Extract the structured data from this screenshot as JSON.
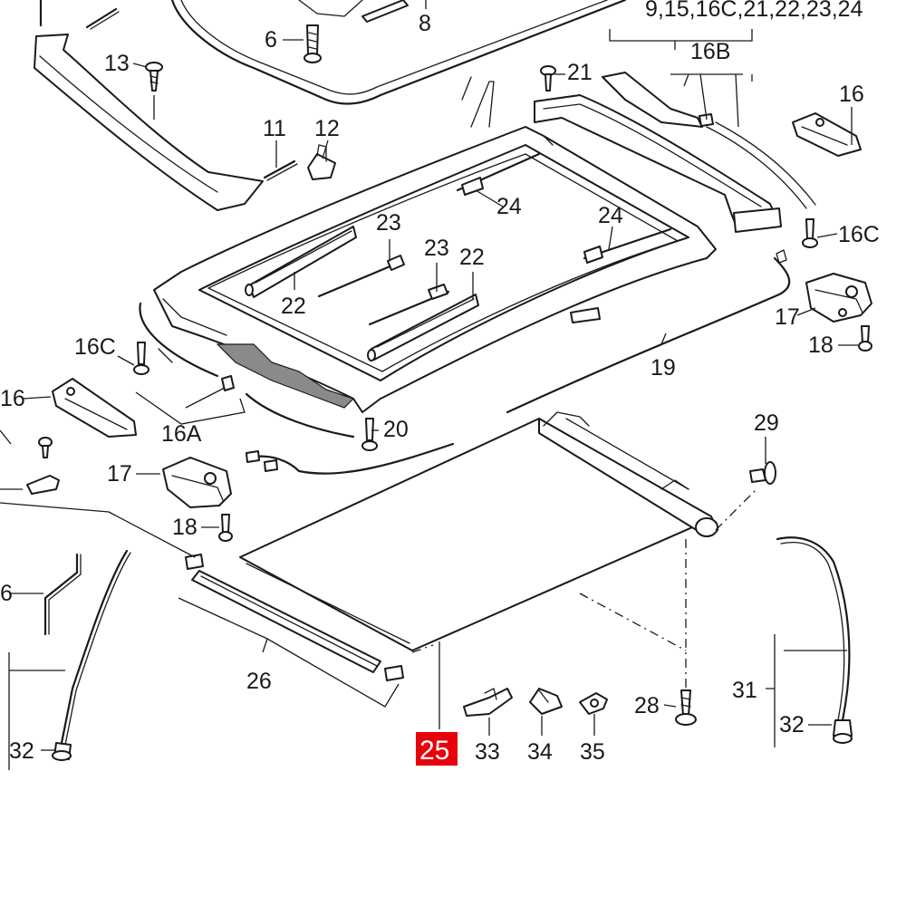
{
  "accent_color": "#e8000b",
  "labels": {
    "l9": "9,15,16C,21,22,23,24",
    "l16B": "16B",
    "l21": "21",
    "l16a": "16",
    "l13": "13",
    "l6a": "6",
    "l8": "8",
    "l11": "11",
    "l12": "12",
    "l24a": "24",
    "l23a": "23",
    "l23b": "23",
    "l22a": "22",
    "l22b": "22",
    "l24b": "24",
    "l16Cr": "16C",
    "l17r": "17",
    "l18r": "18",
    "l19": "19",
    "l16Cl": "16C",
    "l16l": "16",
    "l16A": "16A",
    "l20": "20",
    "l29": "29",
    "l17l": "17",
    "l18l": "18",
    "l6b": "6",
    "l26": "26",
    "l25": "25",
    "l28": "28",
    "l31": "31",
    "l32r": "32",
    "l32l": "32",
    "l33": "33",
    "l34": "34",
    "l35": "35"
  }
}
